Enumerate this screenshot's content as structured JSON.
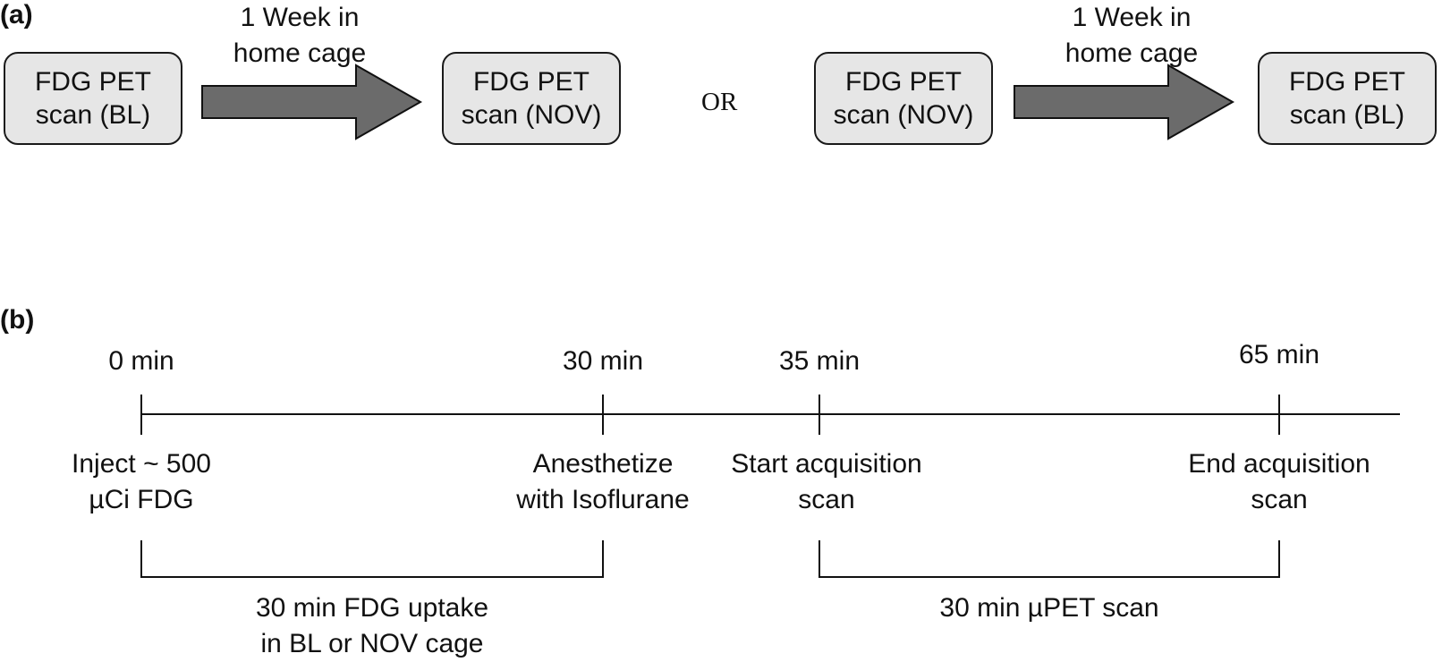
{
  "panel_a": {
    "label": "(a)",
    "left_sequence": {
      "first_box": [
        "FDG PET",
        "scan (BL)"
      ],
      "arrow_label": [
        "1 Week in",
        "home cage"
      ],
      "second_box": [
        "FDG PET",
        "scan (NOV)"
      ]
    },
    "or_text": "OR",
    "right_sequence": {
      "first_box": [
        "FDG PET",
        "scan (NOV)"
      ],
      "arrow_label": [
        "1 Week in",
        "home cage"
      ],
      "second_box": [
        "FDG PET",
        "scan (BL)"
      ]
    }
  },
  "panel_b": {
    "label": "(b)",
    "timepoints": [
      {
        "time": "0 min",
        "event": [
          "Inject ~ 500",
          "µCi FDG"
        ]
      },
      {
        "time": "30 min",
        "event": [
          "Anesthetize",
          "with Isoflurane"
        ]
      },
      {
        "time": "35 min",
        "event": [
          "Start acquisition",
          "scan"
        ]
      },
      {
        "time": "65 min",
        "event": [
          "End acquisition",
          "scan"
        ]
      }
    ],
    "intervals": [
      {
        "label": [
          "30 min FDG uptake",
          "in BL or NOV cage"
        ]
      },
      {
        "label": [
          "30 min µPET scan"
        ]
      }
    ]
  },
  "colors": {
    "box_fill": "#e6e6e6",
    "arrow_fill": "#6b6b6b",
    "line": "#1a1a1a"
  }
}
